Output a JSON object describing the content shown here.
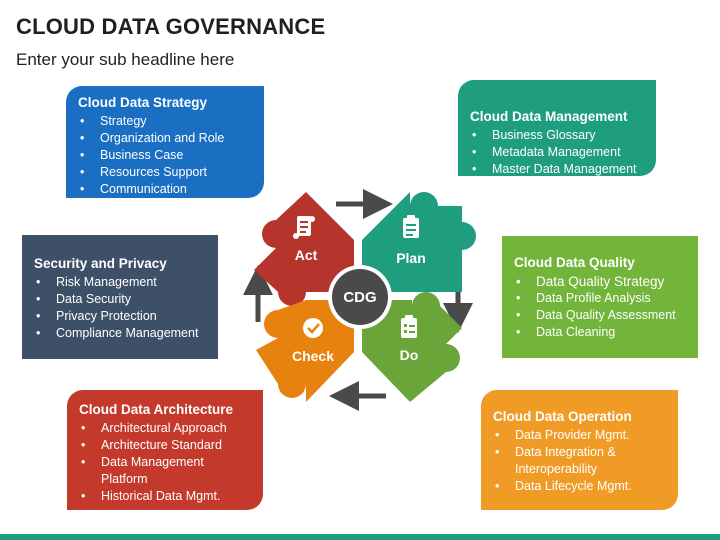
{
  "header": {
    "title": "CLOUD DATA GOVERNANCE",
    "subtitle": "Enter your sub headline here"
  },
  "center": {
    "label": "CDG",
    "color": "#4a4a4a"
  },
  "cycle": [
    {
      "label": "Act",
      "color": "#b5342b",
      "icon": "scroll-icon"
    },
    {
      "label": "Plan",
      "color": "#1f9e7f",
      "icon": "clipboard-icon"
    },
    {
      "label": "Do",
      "color": "#6aa539",
      "icon": "checklist-icon"
    },
    {
      "label": "Check",
      "color": "#e7820f",
      "icon": "checkmark-circle-icon"
    }
  ],
  "boxes": {
    "strategy": {
      "title": "Cloud Data Strategy",
      "color": "#1a6fc2",
      "items": [
        "Strategy",
        "Organization and Role",
        "Business Case",
        "Resources Support",
        "Communication"
      ]
    },
    "management": {
      "title": "Cloud Data Management",
      "color": "#1f9e7f",
      "items": [
        "Business Glossary",
        "Metadata Management",
        "Master Data Management"
      ]
    },
    "security": {
      "title": "Security and Privacy",
      "color": "#3d5068",
      "items": [
        "Risk Management",
        "Data Security",
        "Privacy Protection",
        "Compliance Management"
      ]
    },
    "quality": {
      "title": "Cloud Data Quality",
      "color": "#72b53a",
      "items": [
        "Data Quality Strategy",
        "Data Profile Analysis",
        "Data Quality Assessment",
        "Data Cleaning"
      ]
    },
    "architecture": {
      "title": "Cloud Data Architecture",
      "color": "#c33a2c",
      "items": [
        "Architectural Approach",
        "Architecture Standard",
        "Data Management Platform",
        "Historical Data Mgmt."
      ]
    },
    "operation": {
      "title": "Cloud Data Operation",
      "color": "#f09b26",
      "items": [
        "Data Provider Mgmt.",
        "Data Integration & Interoperability",
        "Data Lifecycle Mgmt."
      ]
    }
  },
  "arrow_color": "#4a4a4a",
  "footer_color": "#1f9e7f"
}
